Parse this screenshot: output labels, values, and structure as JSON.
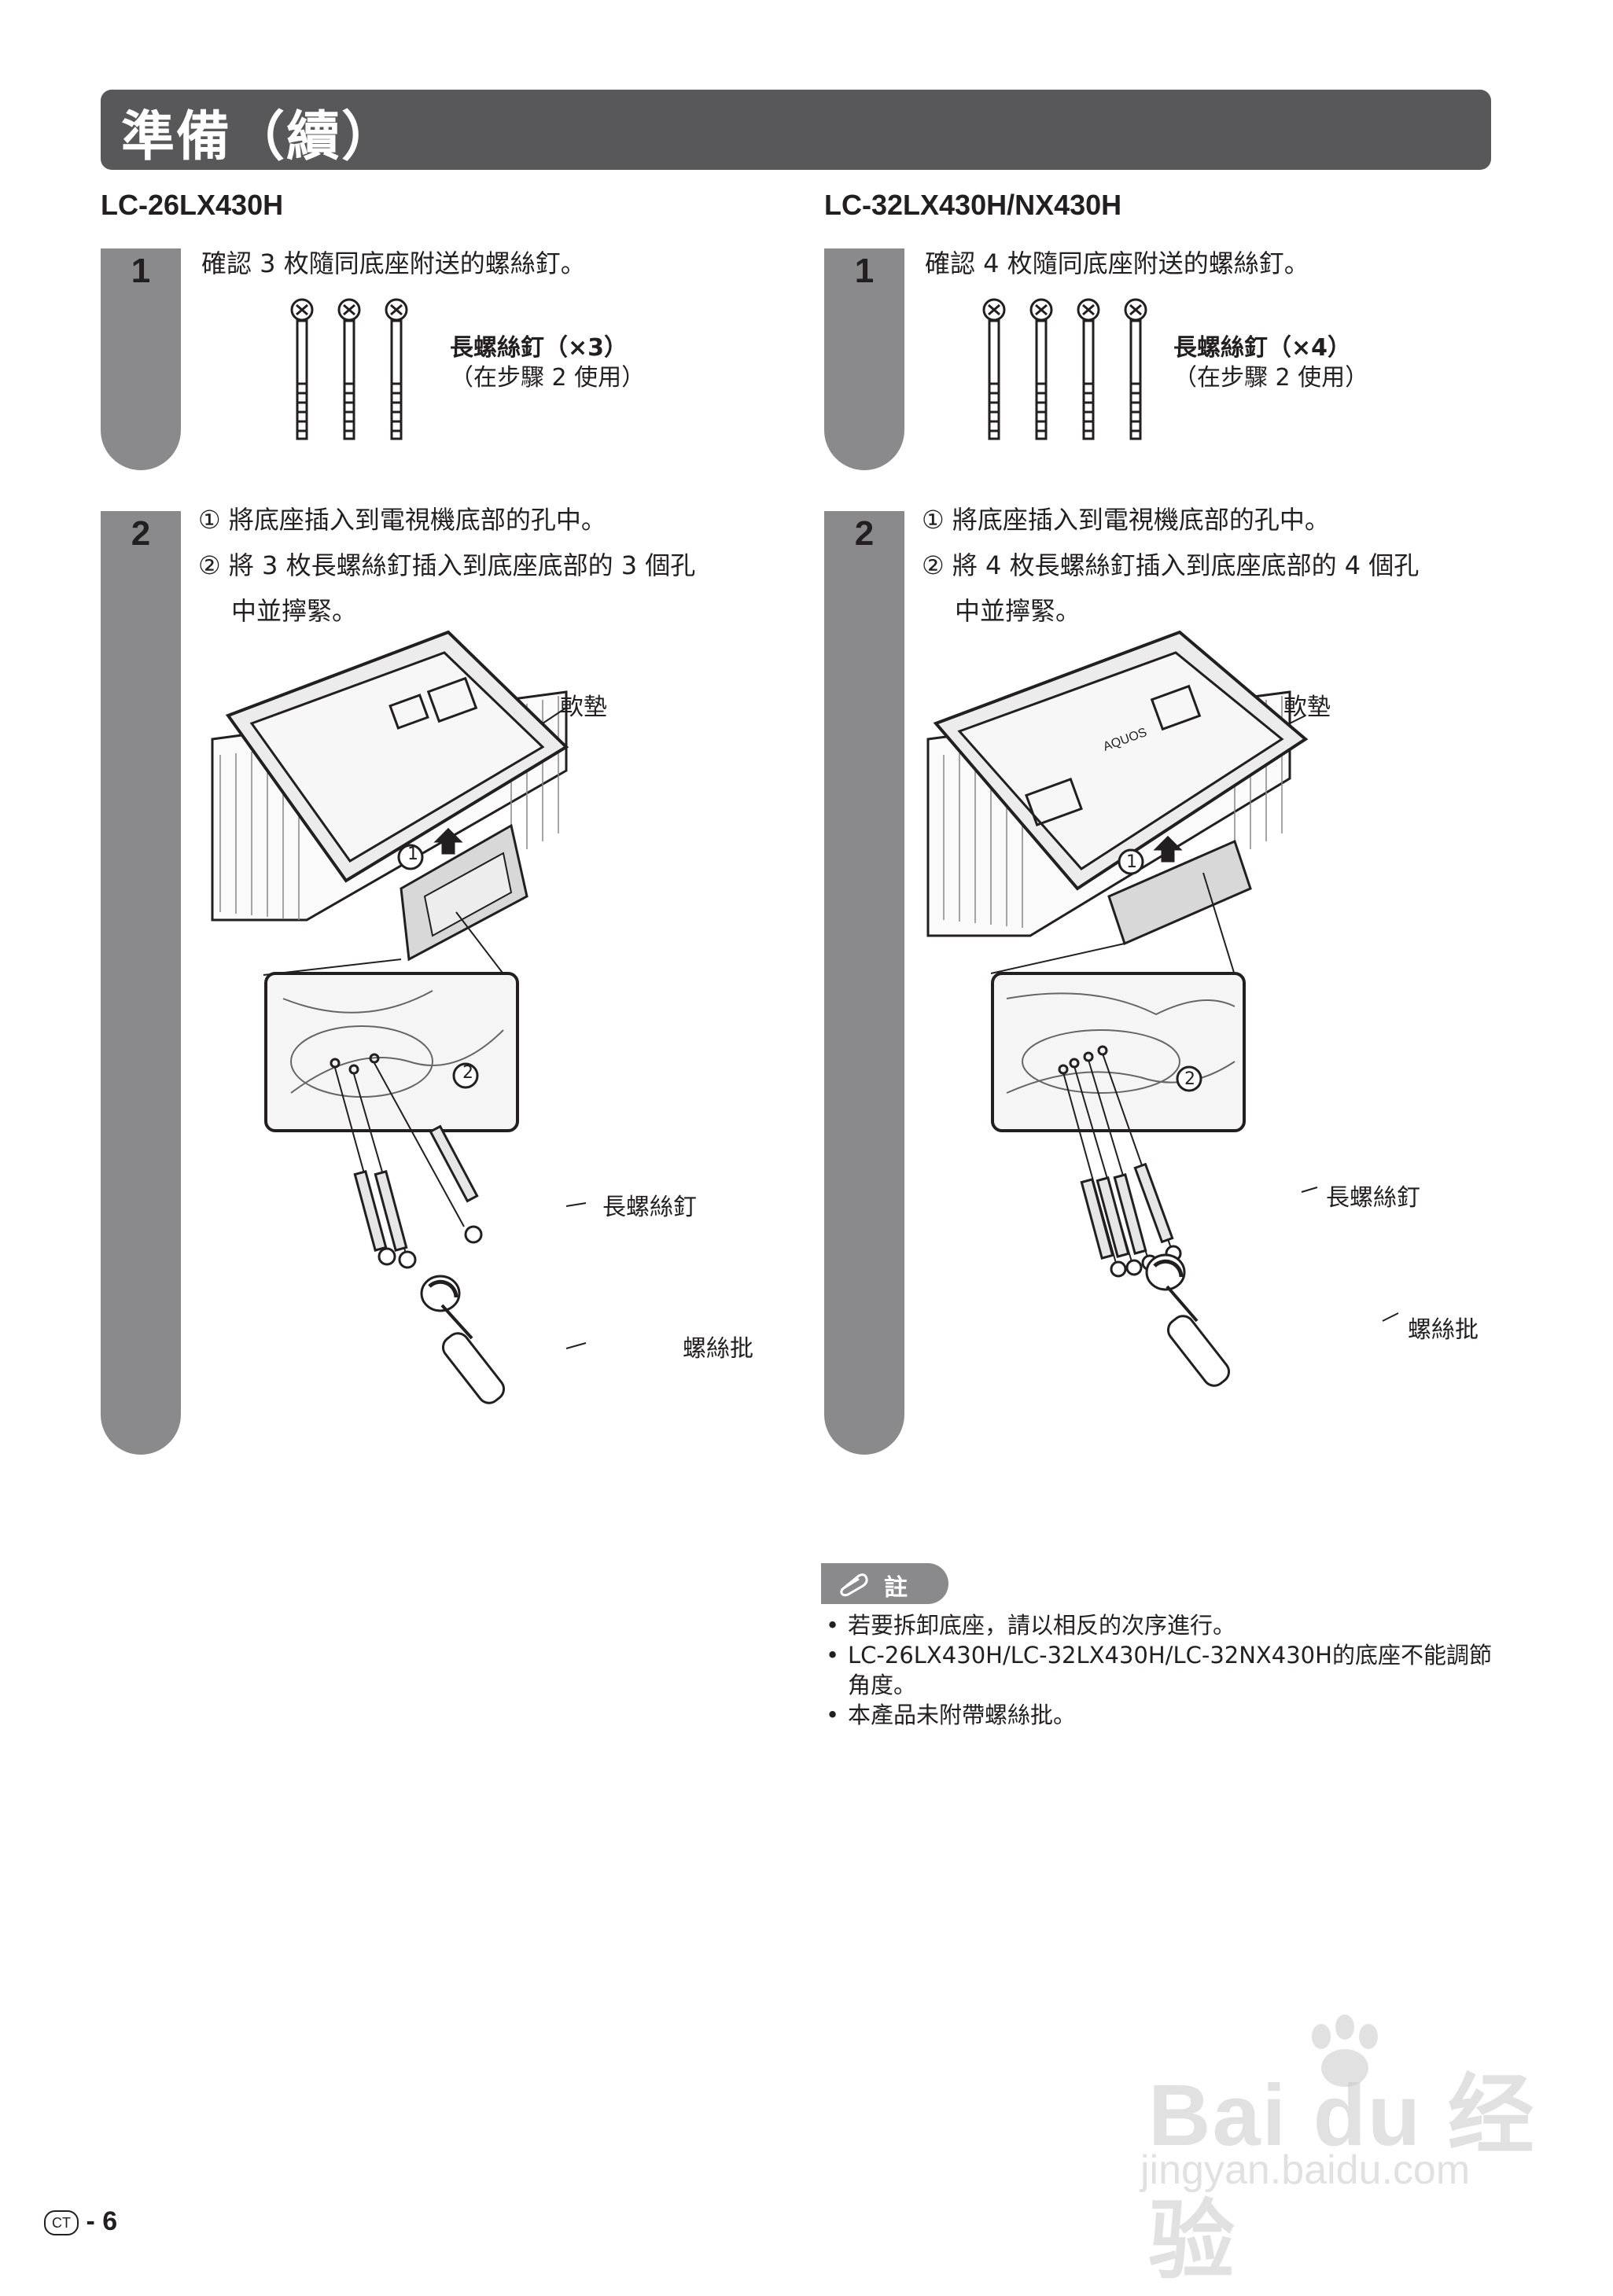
{
  "title": "準備（續）",
  "left": {
    "model": "LC-26LX430H",
    "step1": {
      "num": "1",
      "text": "確認 3 枚隨同底座附送的螺絲釘。",
      "screw_label": "長螺絲釘（×3）",
      "screw_sub": "（在步驟 2 使用）"
    },
    "step2": {
      "num": "2",
      "line1": "① 將底座插入到電視機底部的孔中。",
      "line2": "② 將 3 枚長螺絲釘插入到底座底部的 3 個孔",
      "line3": "中並擰緊。"
    },
    "labels": {
      "pad": "軟墊",
      "screw": "長螺絲釘",
      "driver": "螺絲批",
      "c1": "1",
      "c2": "2"
    }
  },
  "right": {
    "model": "LC-32LX430H/NX430H",
    "step1": {
      "num": "1",
      "text": "確認 4 枚隨同底座附送的螺絲釘。",
      "screw_label": "長螺絲釘（×4）",
      "screw_sub": "（在步驟 2 使用）"
    },
    "step2": {
      "num": "2",
      "line1": "① 將底座插入到電視機底部的孔中。",
      "line2": "② 將 4 枚長螺絲釘插入到底座底部的 4 個孔",
      "line3": "中並擰緊。"
    },
    "labels": {
      "pad": "軟墊",
      "screw": "長螺絲釘",
      "driver": "螺絲批",
      "c1": "1",
      "c2": "2",
      "brand": "AQUOS"
    }
  },
  "note": {
    "label": "註",
    "items": [
      "若要拆卸底座，請以相反的次序進行。",
      "LC-26LX430H/LC-32LX430H/LC-32NX430H的底座不能調節角度。",
      "本產品未附帶螺絲批。"
    ]
  },
  "footer": {
    "badge": "CT",
    "page": "- 6"
  },
  "watermark": {
    "text": "Bai du 经验",
    "url": "jingyan.baidu.com"
  },
  "colors": {
    "title_bar": "#58585a",
    "step_bar": "#8a8a8c",
    "text": "#231f20"
  }
}
